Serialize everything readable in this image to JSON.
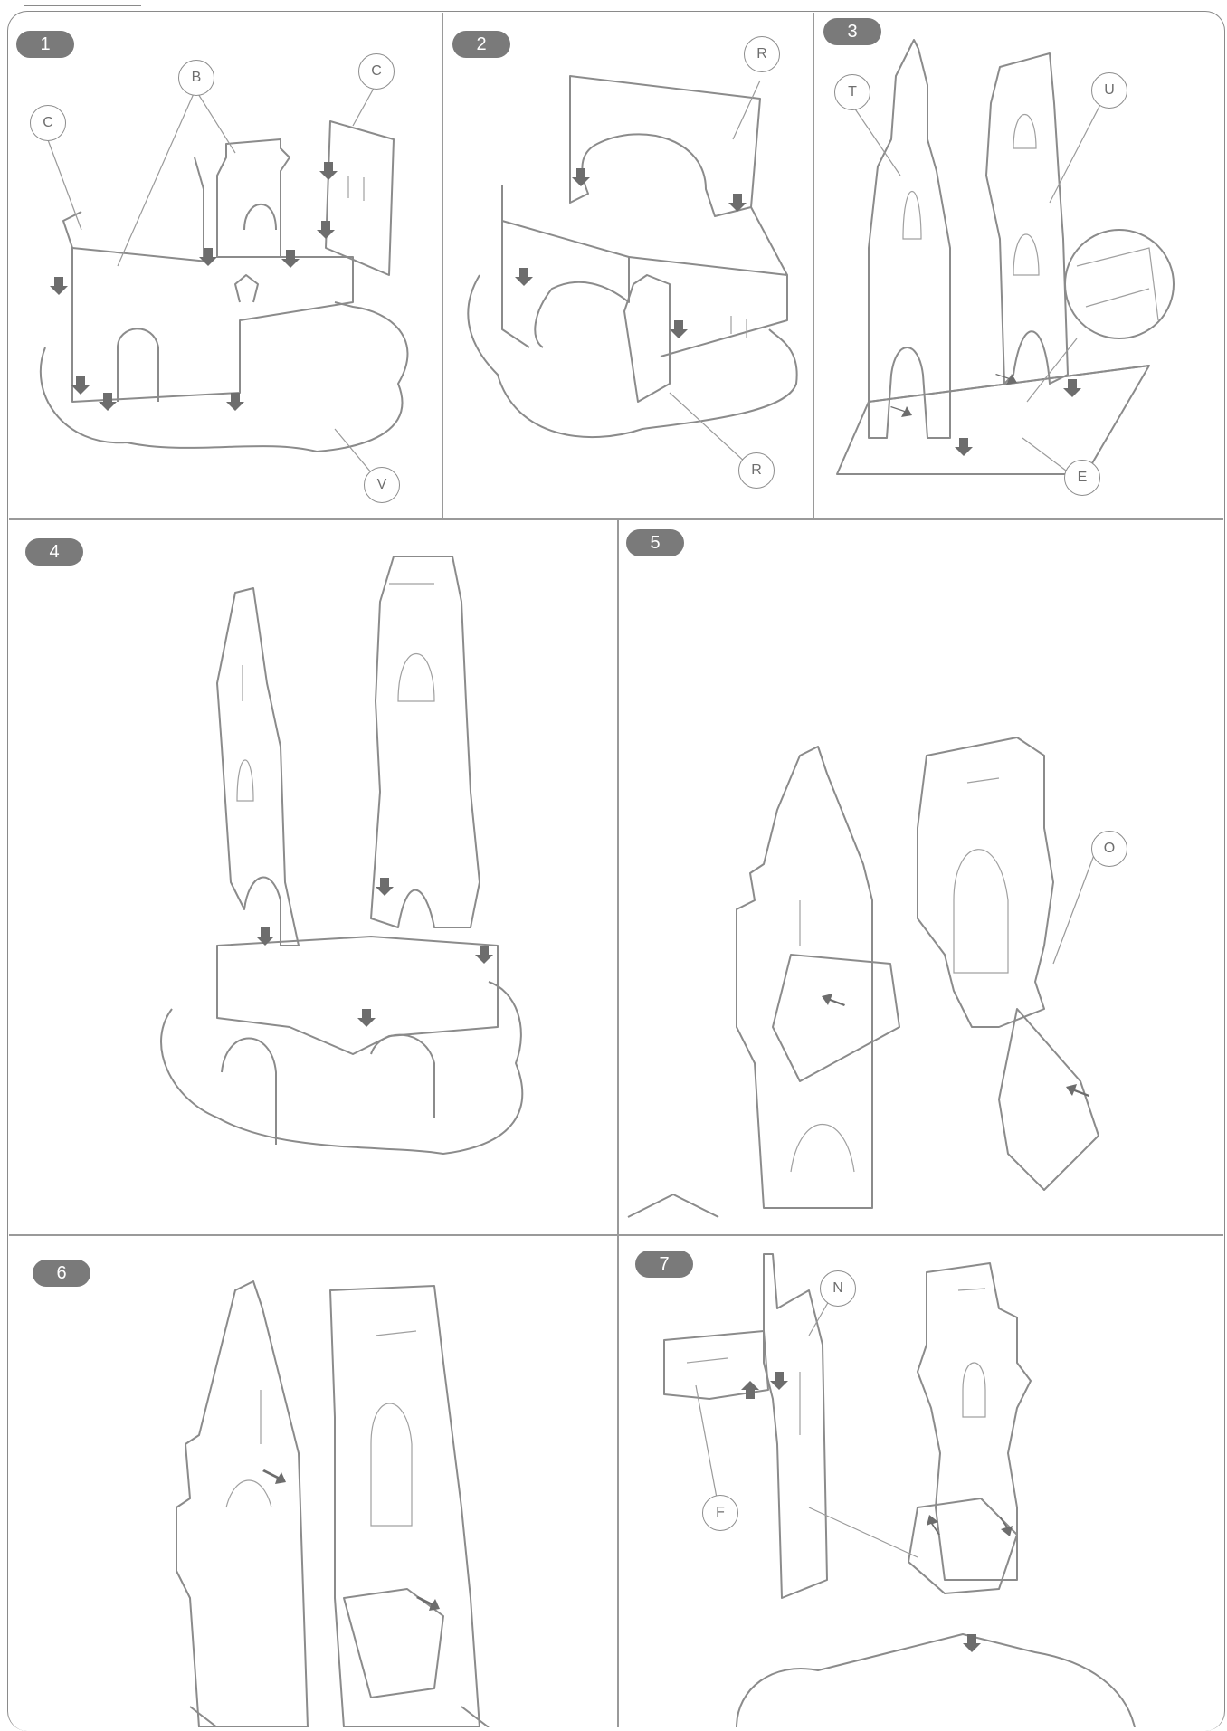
{
  "steps": [
    {
      "label": "1",
      "callouts": [
        "B",
        "C",
        "C",
        "V"
      ]
    },
    {
      "label": "2",
      "callouts": [
        "R",
        "R"
      ]
    },
    {
      "label": "3",
      "callouts": [
        "T",
        "U",
        "E"
      ]
    },
    {
      "label": "4",
      "callouts": []
    },
    {
      "label": "5",
      "callouts": [
        "O"
      ]
    },
    {
      "label": "6",
      "callouts": []
    },
    {
      "label": "7",
      "callouts": [
        "N",
        "F"
      ]
    }
  ],
  "colors": {
    "line": "#8b8b8b",
    "badge": "#7a7a7a",
    "arrow": "#6d6d6d",
    "background": "#ffffff"
  }
}
